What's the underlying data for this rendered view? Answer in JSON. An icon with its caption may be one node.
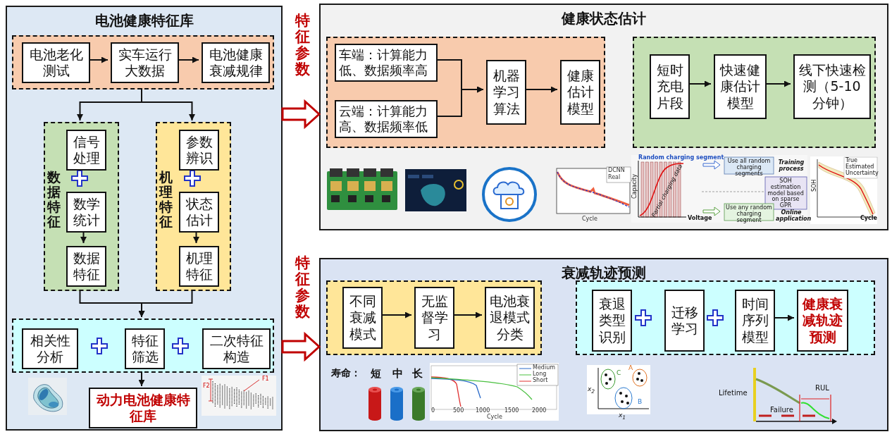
{
  "diagram": {
    "nodes": [
      {
        "text": [
          "电池健康特征库"
        ]
      },
      {
        "text": [],
        "shape": "box",
        "in": 0
      },
      {
        "text": [
          "电池老化测试"
        ],
        "in": 1
      },
      {
        "text": [
          "实车运行大数据"
        ],
        "in": 1
      },
      {
        "text": [
          "电池健康衰减规律"
        ],
        "in": 1
      },
      {
        "text": [
          "数据特征"
        ],
        "in": 0
      },
      {
        "text": [
          "信号处理"
        ],
        "in": 5
      },
      {
        "text": [
          "数学统计"
        ],
        "in": 5
      },
      {
        "text": [
          "数据特征"
        ],
        "in": 5
      },
      {
        "text": [
          "机理特征"
        ],
        "in": 0
      },
      {
        "text": [
          "参数辨识"
        ],
        "in": 9
      },
      {
        "text": [
          "状态估计"
        ],
        "in": 9
      },
      {
        "text": [
          "机理特征"
        ],
        "in": 9
      },
      {
        "text": [],
        "shape": "box",
        "in": 0
      },
      {
        "text": [
          "相关性分析"
        ],
        "in": 13
      },
      {
        "text": [
          "特征筛选"
        ],
        "in": 13
      },
      {
        "text": [
          "二次特征构造"
        ],
        "in": 13
      },
      {
        "text": [
          "动力电池健康特征库"
        ],
        "in": 0
      },
      {
        "text": [
          "健康状态估计"
        ]
      },
      {
        "text": [],
        "shape": "box",
        "in": 18
      },
      {
        "text": [
          "车端：计算能力低、数据频率高"
        ],
        "in": 19
      },
      {
        "text": [
          "云端：计算能力高、数据频率低"
        ],
        "in": 19
      },
      {
        "text": [
          "机器学习算法"
        ],
        "in": 19
      },
      {
        "text": [
          "健康估计模型"
        ],
        "in": 19
      },
      {
        "text": [],
        "shape": "box",
        "in": 18
      },
      {
        "text": [
          "短时充电片段"
        ],
        "in": 24
      },
      {
        "text": [
          "快速健康估计模型"
        ],
        "in": 24
      },
      {
        "text": [
          "线下快速检测（5-10分钟）"
        ],
        "in": 24
      },
      {
        "text": [
          "衰减轨迹预测"
        ]
      },
      {
        "text": [],
        "shape": "box",
        "in": 28
      },
      {
        "text": [
          "不同衰减模式"
        ],
        "in": 29
      },
      {
        "text": [
          "无监督学习"
        ],
        "in": 29
      },
      {
        "text": [
          "电池衰退模式分类"
        ],
        "in": 29
      },
      {
        "text": [],
        "shape": "box",
        "in": 28
      },
      {
        "text": [
          "衰退类型识别"
        ],
        "in": 33
      },
      {
        "text": [
          "迁移学习"
        ],
        "in": 33
      },
      {
        "text": [
          "时间序列模型"
        ],
        "in": 33
      },
      {
        "text": [
          "健康衰减轨迹预测"
        ],
        "in": 33
      }
    ],
    "edges": [
      {
        "from": 2,
        "to": 3,
        "arrow": "to"
      },
      {
        "from": 3,
        "to": 4,
        "arrow": "to"
      },
      {
        "from": 1,
        "to": 5,
        "arrow": "to"
      },
      {
        "from": 1,
        "to": 9,
        "arrow": "to"
      },
      {
        "from": 7,
        "to": 8,
        "arrow": "to"
      },
      {
        "from": 11,
        "to": 12,
        "arrow": "to"
      },
      {
        "from": 5,
        "to": 13,
        "arrow": "to"
      },
      {
        "from": 9,
        "to": 13,
        "arrow": "to"
      },
      {
        "from": 13,
        "to": 17,
        "arrow": "to"
      },
      {
        "from": 20,
        "to": 22,
        "arrow": "to"
      },
      {
        "from": 21,
        "to": 22,
        "arrow": "to"
      },
      {
        "from": 22,
        "to": 23,
        "arrow": "to"
      },
      {
        "from": 25,
        "to": 26,
        "arrow": "to"
      },
      {
        "from": 26,
        "to": 27,
        "arrow": "to"
      },
      {
        "from": 30,
        "to": 31,
        "arrow": "to"
      },
      {
        "from": 31,
        "to": 32,
        "arrow": "to"
      },
      {
        "from": 36,
        "to": 37,
        "arrow": "to"
      },
      {
        "from": 0,
        "to": 18,
        "arrow": "to",
        "style": "thick",
        "color": "#c00000"
      },
      {
        "from": 0,
        "to": 28,
        "arrow": "to",
        "style": "thick",
        "color": "#c00000"
      }
    ],
    "labels": [
      "特征参数",
      "特征参数",
      "F2",
      "F1",
      "DCNN",
      "Real",
      "Cycle",
      "Random charging segment",
      "Capacity",
      "Voltage",
      "Partial charging data",
      "Use all random charging segments",
      "Training process",
      "SOH estimation model based on sparse GPR",
      "Use any random charging segment",
      "Online application",
      "SOH",
      "Cycle",
      "True",
      "Estimated",
      "Uncertainty",
      "寿命：",
      "短",
      "中",
      "长",
      "Medium",
      "Long",
      "Short",
      "0",
      "500",
      "1000",
      "1500",
      "2000",
      "Cycle",
      "C",
      "A",
      "B",
      "x$_{2}$",
      "x$_{1}$",
      "Lifetime",
      "RUL",
      "Failure"
    ]
  }
}
